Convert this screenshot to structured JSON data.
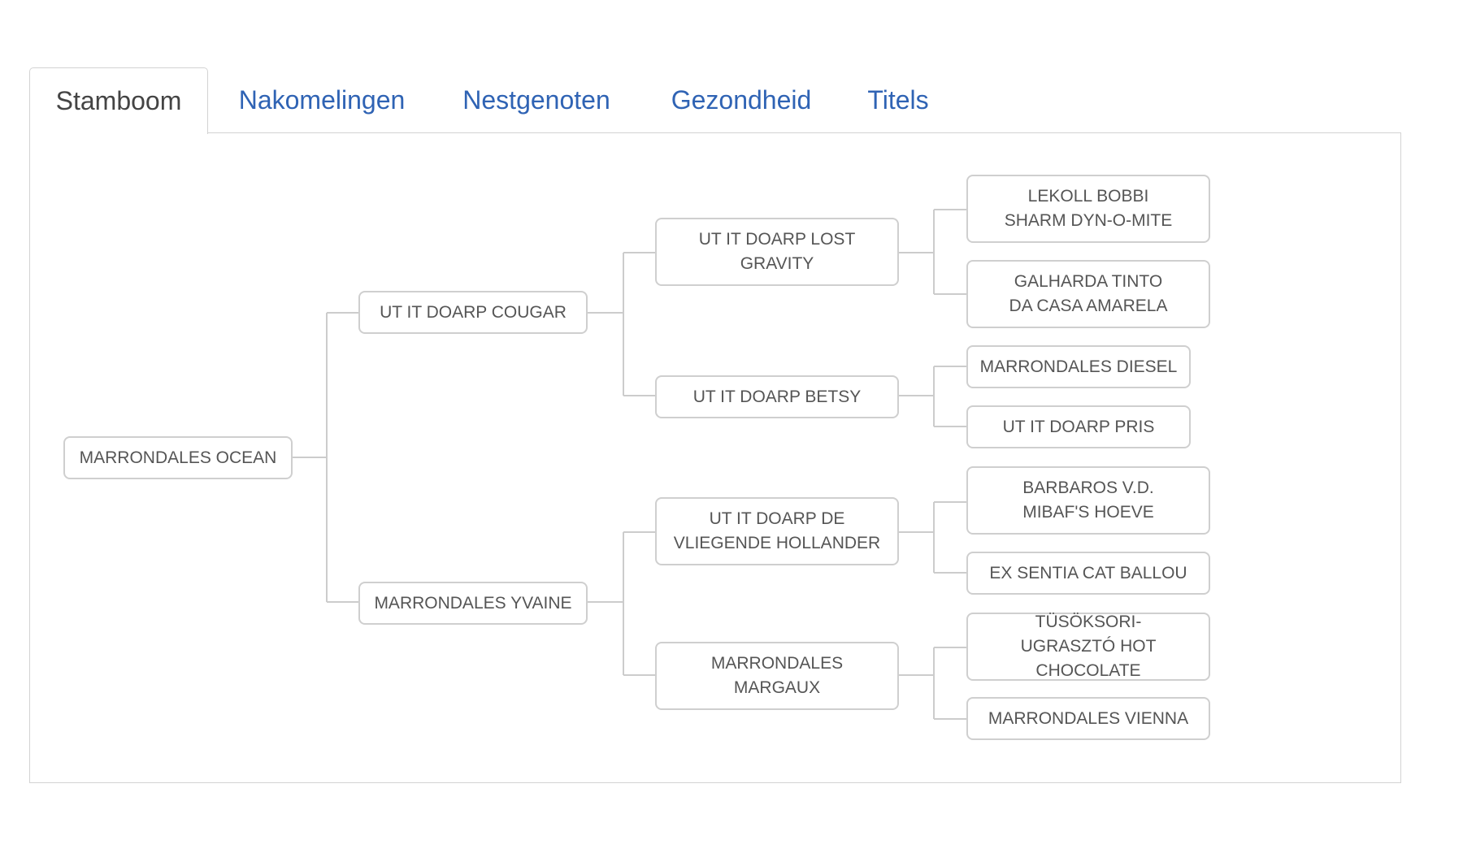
{
  "tabs": [
    {
      "label": "Stamboom",
      "active": true
    },
    {
      "label": "Nakomelingen",
      "active": false
    },
    {
      "label": "Nestgenoten",
      "active": false
    },
    {
      "label": "Gezondheid",
      "active": false
    },
    {
      "label": "Titels",
      "active": false
    }
  ],
  "pedigree": {
    "subject": "MARRONDALES OCEAN",
    "parents": [
      "UT IT DOARP COUGAR",
      "MARRONDALES YVAINE"
    ],
    "grandparents": [
      "UT IT DOARP LOST GRAVITY",
      "UT IT DOARP BETSY",
      "UT IT DOARP DE VLIEGENDE HOLLANDER",
      "MARRONDALES MARGAUX"
    ],
    "great_grandparents": [
      "LEKOLL BOBBI SHARM DYN-O-MITE",
      "GALHARDA TINTO DA CASA AMARELA",
      "MARRONDALES DIESEL",
      "UT IT DOARP PRIS",
      "BARBAROS V.D. MIBAF'S HOEVE",
      "EX SENTIA CAT BALLOU",
      "TÜSÖKSORI-UGRASZTÓ HOT CHOCOLATE",
      "MARRONDALES VIENNA"
    ]
  },
  "colors": {
    "tab_link": "#2f63b4",
    "tab_active_text": "#444444",
    "border": "#d3d3d3",
    "node_border": "#cfcfcf",
    "node_text": "#555555",
    "connector": "#cccccc"
  }
}
